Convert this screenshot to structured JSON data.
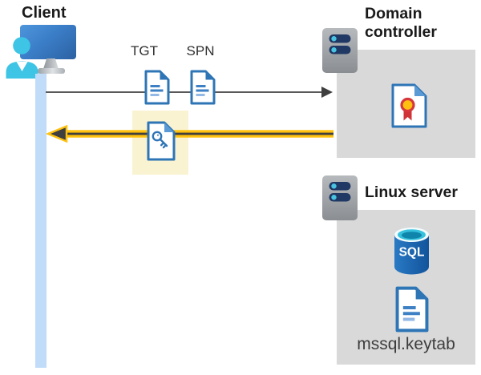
{
  "client": {
    "title": "Client"
  },
  "tickets": {
    "tgt_label": "TGT",
    "spn_label": "SPN"
  },
  "domain_controller": {
    "title": "Domain controller"
  },
  "linux_server": {
    "title": "Linux server",
    "sql_label": "SQL",
    "keytab_label": "mssql.keytab"
  },
  "colors": {
    "document_blue": "#2e75b6",
    "fold_light_blue": "#5b9bd5",
    "timeline_blue": "#c1dcf9",
    "highlight_yellow_bg": "#faf3d2",
    "arrow_yellow": "#ffc20e",
    "arrow_dark": "#3f3f3f",
    "request_line_gray": "#595959",
    "panel_gray": "#d9d9d9",
    "server_slot_navy": "#1f3864",
    "server_dot_cyan": "#49c3e0",
    "person_cyan": "#3ec4e4",
    "monitor_blue": "#3b7ec8",
    "sql_body_blue": "#1a63b0",
    "sql_top_cyan": "#35c1dd",
    "certificate_red": "#d6373c",
    "certificate_yellow": "#ffc010"
  }
}
